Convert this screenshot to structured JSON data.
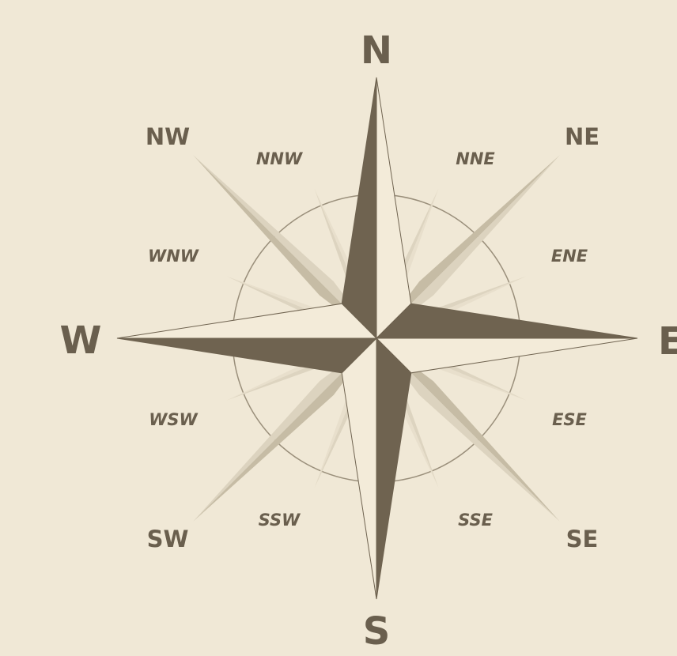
{
  "compass": {
    "cardinal": {
      "n": "N",
      "e": "E",
      "s": "S",
      "w": "W"
    },
    "intercardinal": {
      "ne": "NE",
      "se": "SE",
      "sw": "SW",
      "nw": "NW"
    },
    "secondary": {
      "nne": "NNE",
      "ene": "ENE",
      "ese": "ESE",
      "sse": "SSE",
      "ssw": "SSW",
      "wsw": "WSW",
      "wnw": "WNW",
      "nnw": "NNW"
    },
    "colors": {
      "background": "#f0e8d6",
      "dark_point": "#6f6350",
      "light_point": "#f3ebd9",
      "intercardinal_point": "#c9bfa9",
      "secondary_point": "#ddd4c0",
      "ring": "#9a8f7b",
      "label": "#6a5f4e"
    }
  }
}
